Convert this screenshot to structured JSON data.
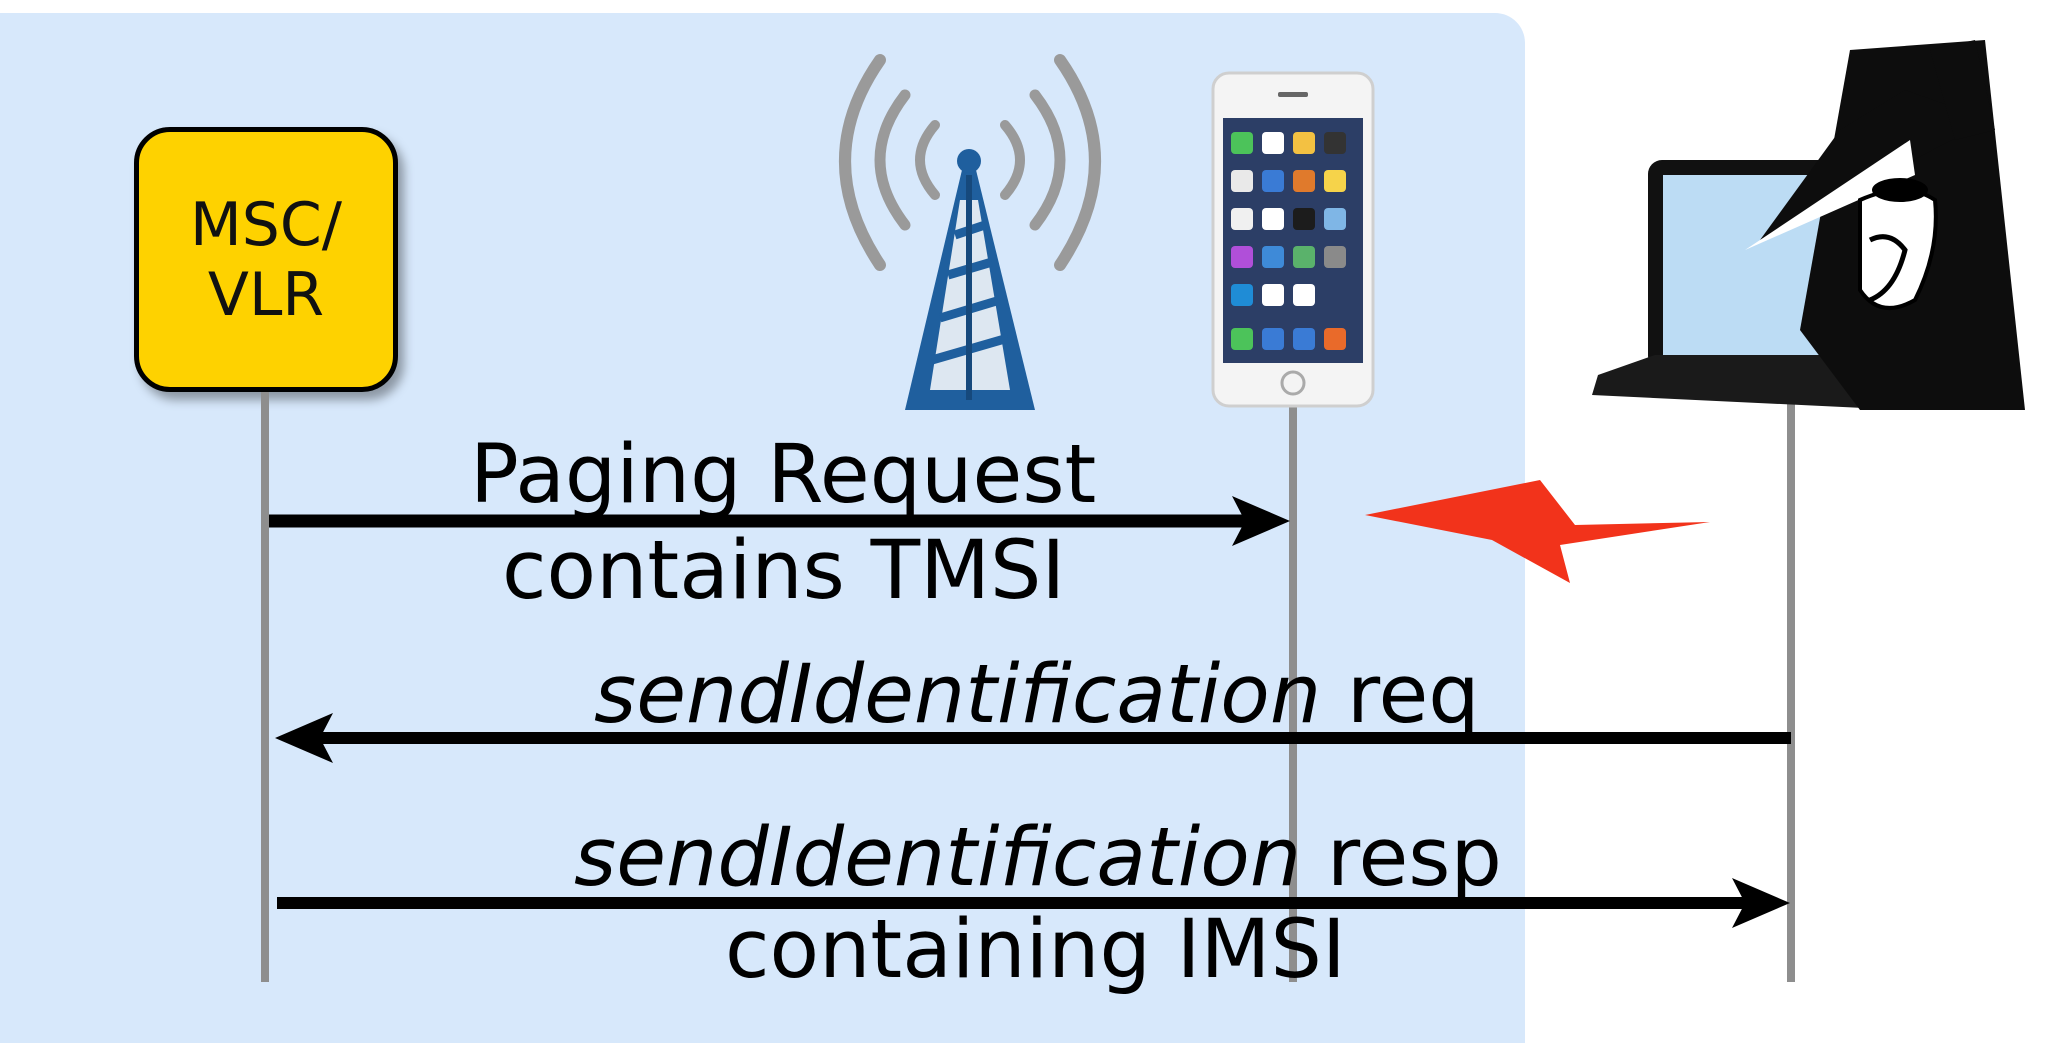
{
  "entities": {
    "msc_label_line1": "MSC/",
    "msc_label_line2": "VLR",
    "tower_icon": "radio-tower-icon",
    "phone_icon": "smartphone-icon",
    "attacker_icon": "spy-with-laptop-icon"
  },
  "messages": [
    {
      "line1": "Paging Request",
      "line2": "contains TMSI",
      "direction": "msc-to-phone"
    },
    {
      "italic": "sendIdentification",
      "suffix": " req",
      "direction": "attacker-to-msc"
    },
    {
      "italic": "sendIdentification",
      "suffix": " resp",
      "line2": "containing IMSI",
      "direction": "msc-to-attacker"
    }
  ],
  "colors": {
    "panel": "#d7e8fb",
    "msc_box": "#fed200",
    "lifeline": "#8e8e8e",
    "arrow": "#000000",
    "lightning": "#f2331b",
    "tower": "#1f5f9e"
  }
}
